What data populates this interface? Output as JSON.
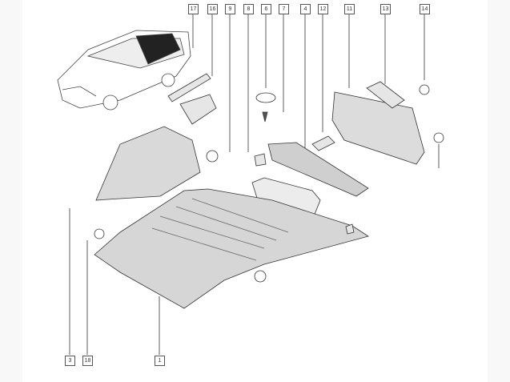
{
  "diagram": {
    "top_labels": [
      "17",
      "16",
      "9",
      "8",
      "6",
      "7",
      "4",
      "12",
      "11",
      "13",
      "14"
    ],
    "bottom_labels": [
      "3",
      "18",
      "1"
    ]
  }
}
